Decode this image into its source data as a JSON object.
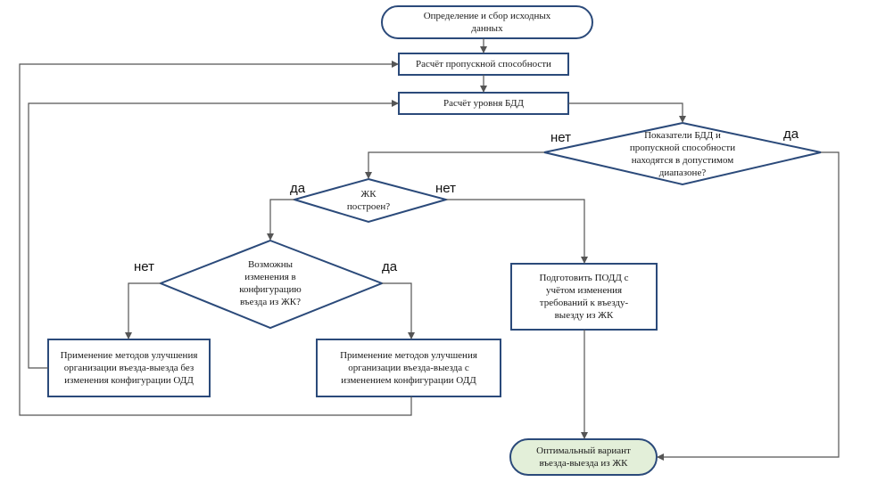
{
  "nodes": {
    "start": {
      "text": "Определение и сбор исходных\nданных"
    },
    "capacity_calc": {
      "text": "Расчёт пропускной способности"
    },
    "safety_calc": {
      "text": "Расчёт уровня БДД"
    },
    "decision_range": {
      "text": "Показатели БДД и\nпропускной способности\nнаходятся в допустимом\nдиапазоне?"
    },
    "decision_built": {
      "text": "ЖК\nпостроен?"
    },
    "decision_config": {
      "text": "Возможны\nизменения в\nконфигурацию\nвъезда из ЖК?"
    },
    "method_without_change": {
      "text": "Применение методов улучшения\nорганизации въезда-выезда без\nизменения конфигурации ОДД"
    },
    "method_with_change": {
      "text": "Применение методов улучшения\nорганизации въезда-выезда с\nизменением конфигурации ОДД"
    },
    "prepare_podd": {
      "text": "Подготовить ПОДД с\nучётом изменения\nтребований к въезду-\nвыезду из ЖК"
    },
    "end": {
      "text": "Оптимальный вариант\nвъезда-выезда из ЖК"
    }
  },
  "branches": {
    "range_no": "нет",
    "range_yes": "да",
    "built_yes": "да",
    "built_no": "нет",
    "config_no": "нет",
    "config_yes": "да"
  },
  "colors": {
    "box_border": "#2b4a7a",
    "end_fill": "#e3efd9",
    "arrow": "#555555"
  }
}
